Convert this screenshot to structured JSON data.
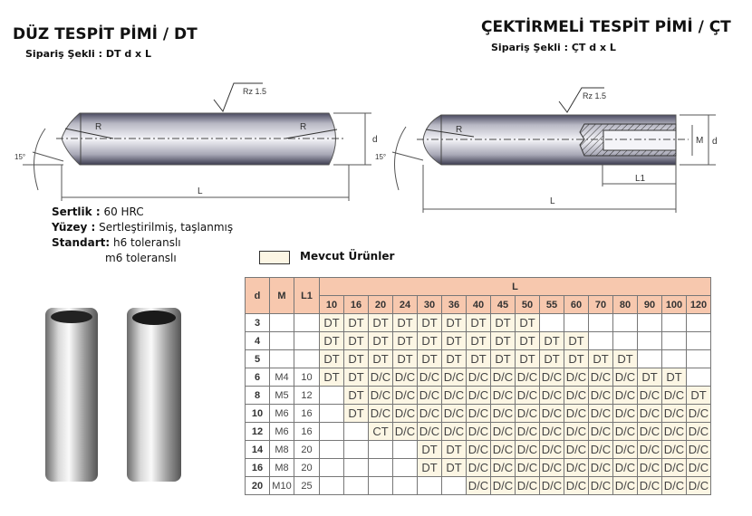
{
  "left": {
    "title": "DÜZ TESPİT PİMİ / DT",
    "order": "Sipariş Şekli : DT  d x L"
  },
  "right": {
    "title": "ÇEKTİRMELİ TESPİT PİMİ / ÇT",
    "order": "Sipariş Şekli : ÇT  d x L"
  },
  "drawing": {
    "rz": "Rz 1.5",
    "r": "R",
    "d": "d",
    "angle": "15°",
    "l": "L",
    "m": "M",
    "l1": "L1"
  },
  "specs": {
    "hardness_label": "Sertlik :",
    "hardness": " 60 HRC",
    "surface_label": "Yüzey :",
    "surface": " Sertleştirilmiş, taşlanmış",
    "standard_label": "Standart:",
    "standard1": " h6 toleranslı",
    "standard2": "m6 toleranslı"
  },
  "legend": {
    "label": "Mevcut Ürünler",
    "color": "#fcf6e4"
  },
  "table": {
    "headers": {
      "d": "d",
      "m": "M",
      "l1": "L1",
      "l": "L"
    },
    "lengths": [
      "10",
      "16",
      "20",
      "24",
      "30",
      "36",
      "40",
      "45",
      "50",
      "55",
      "60",
      "70",
      "80",
      "90",
      "100",
      "120"
    ],
    "rows": [
      {
        "d": "3",
        "m": "",
        "l1": "",
        "cells": [
          "DT",
          "DT",
          "DT",
          "DT",
          "DT",
          "DT",
          "DT",
          "DT",
          "DT",
          "",
          "",
          "",
          "",
          "",
          "",
          ""
        ]
      },
      {
        "d": "4",
        "m": "",
        "l1": "",
        "cells": [
          "DT",
          "DT",
          "DT",
          "DT",
          "DT",
          "DT",
          "DT",
          "DT",
          "DT",
          "DT",
          "DT",
          "",
          "",
          "",
          "",
          ""
        ]
      },
      {
        "d": "5",
        "m": "",
        "l1": "",
        "cells": [
          "DT",
          "DT",
          "DT",
          "DT",
          "DT",
          "DT",
          "DT",
          "DT",
          "DT",
          "DT",
          "DT",
          "DT",
          "DT",
          "",
          "",
          ""
        ]
      },
      {
        "d": "6",
        "m": "M4",
        "l1": "10",
        "cells": [
          "DT",
          "DT",
          "D/C",
          "D/C",
          "D/C",
          "D/C",
          "D/C",
          "D/C",
          "D/C",
          "D/C",
          "D/C",
          "D/C",
          "D/C",
          "DT",
          "DT",
          ""
        ]
      },
      {
        "d": "8",
        "m": "M5",
        "l1": "12",
        "cells": [
          "",
          "DT",
          "D/C",
          "D/C",
          "D/C",
          "D/C",
          "D/C",
          "D/C",
          "D/C",
          "D/C",
          "D/C",
          "D/C",
          "D/C",
          "D/C",
          "D/C",
          "DT"
        ]
      },
      {
        "d": "10",
        "m": "M6",
        "l1": "16",
        "cells": [
          "",
          "DT",
          "D/C",
          "D/C",
          "D/C",
          "D/C",
          "D/C",
          "D/C",
          "D/C",
          "D/C",
          "D/C",
          "D/C",
          "D/C",
          "D/C",
          "D/C",
          "D/C"
        ]
      },
      {
        "d": "12",
        "m": "M6",
        "l1": "16",
        "cells": [
          "",
          "",
          "CT",
          "D/C",
          "D/C",
          "D/C",
          "D/C",
          "D/C",
          "D/C",
          "D/C",
          "D/C",
          "D/C",
          "D/C",
          "D/C",
          "D/C",
          "D/C"
        ]
      },
      {
        "d": "14",
        "m": "M8",
        "l1": "20",
        "cells": [
          "",
          "",
          "",
          "",
          "DT",
          "DT",
          "D/C",
          "D/C",
          "D/C",
          "D/C",
          "D/C",
          "D/C",
          "D/C",
          "D/C",
          "D/C",
          "D/C"
        ]
      },
      {
        "d": "16",
        "m": "M8",
        "l1": "20",
        "cells": [
          "",
          "",
          "",
          "",
          "DT",
          "DT",
          "D/C",
          "D/C",
          "D/C",
          "D/C",
          "D/C",
          "D/C",
          "D/C",
          "D/C",
          "D/C",
          "D/C"
        ]
      },
      {
        "d": "20",
        "m": "M10",
        "l1": "25",
        "cells": [
          "",
          "",
          "",
          "",
          "",
          "",
          "D/C",
          "D/C",
          "D/C",
          "D/C",
          "D/C",
          "D/C",
          "D/C",
          "D/C",
          "D/C",
          "D/C"
        ]
      }
    ]
  }
}
